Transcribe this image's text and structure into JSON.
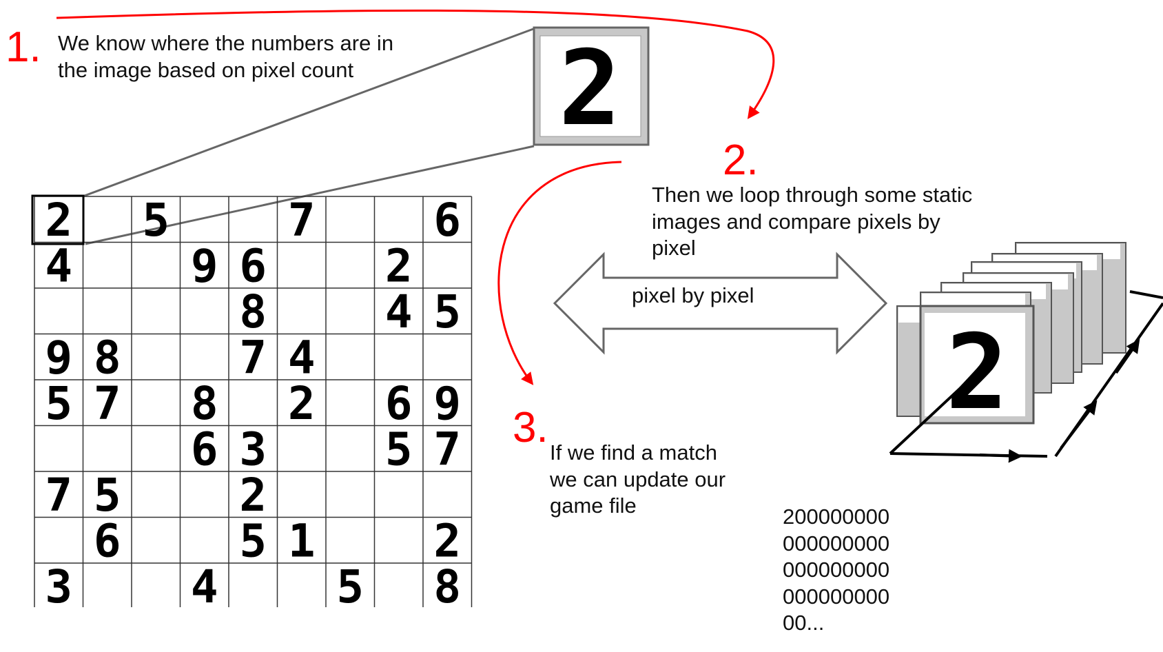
{
  "steps": [
    {
      "number": "1.",
      "lines": [
        "We know where the numbers are in",
        "the image based on pixel count"
      ]
    },
    {
      "number": "2.",
      "lines": [
        "Then we loop through some static",
        "images and compare pixels by",
        "pixel"
      ]
    },
    {
      "number": "3.",
      "lines": [
        "If we find a match",
        "we can update our",
        "game file"
      ]
    }
  ],
  "compare_label": "pixel by pixel",
  "zoom_digit": "2",
  "stack_digit": "2",
  "grid_rows": [
    [
      "2",
      "",
      "5",
      "",
      "",
      "7",
      "",
      "",
      "6"
    ],
    [
      "4",
      "",
      "",
      "9",
      "6",
      "",
      "",
      "2",
      ""
    ],
    [
      "",
      "",
      "",
      "",
      "8",
      "",
      "",
      "4",
      "5"
    ],
    [
      "9",
      "8",
      "",
      "",
      "7",
      "4",
      "",
      "",
      ""
    ],
    [
      "5",
      "7",
      "",
      "8",
      "",
      "2",
      "",
      "6",
      "9"
    ],
    [
      "",
      "",
      "",
      "6",
      "3",
      "",
      "",
      "5",
      "7"
    ],
    [
      "7",
      "5",
      "",
      "",
      "2",
      "",
      "",
      "",
      ""
    ],
    [
      "",
      "6",
      "",
      "",
      "5",
      "1",
      "",
      "",
      "2"
    ],
    [
      "3",
      "",
      "",
      "4",
      "",
      "",
      "5",
      "",
      "8"
    ]
  ],
  "game_file_lines": [
    "200000000",
    "000000000",
    "000000000",
    "000000000",
    "00..."
  ],
  "colors": {
    "accent": "#ff0000",
    "stroke": "#666666",
    "card_fill": "#c8c8c8",
    "card_inner": "#ffffff",
    "text": "#111111"
  }
}
